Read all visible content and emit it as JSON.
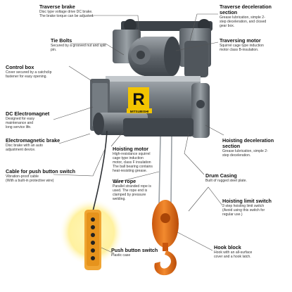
{
  "logo": {
    "letter": "R",
    "brand": "MITSUBISHI"
  },
  "colors": {
    "body_dark": "#4a5056",
    "body_mid": "#7b8288",
    "body_light": "#b7bcc0",
    "hook_orange": "#e8731c",
    "label_yellow": "#f2c400",
    "glow_yellow": "#fff3a8"
  },
  "labels": {
    "traverse_brake": {
      "title": "Traverse brake",
      "desc": "Disc type voltage drive DC brake.\nThe brake torque can be adjusted."
    },
    "tie_bolts": {
      "title": "Tie Bolts",
      "desc": "Secured by a grooved nut and split\npin."
    },
    "control_box": {
      "title": "Control box",
      "desc": "Cover secured by a catchclip\nfastener for easy opening."
    },
    "dc_electromagnet": {
      "title": "DC Electromagnet",
      "desc": "Designed for easy\nmaintenance and\nlong service life."
    },
    "electromagnetic_brake": {
      "title": "Electromagnetic brake",
      "desc": "Disc brake with an auto\nadjustment device."
    },
    "cable_push_button": {
      "title": "Cable for push button switch",
      "desc": "Vibration-proof cable\n(With a built-in protective wire)"
    },
    "push_button_switch": {
      "title": "Push button switch",
      "desc": "Plastic case"
    },
    "traverse_deceleration": {
      "title": "Traverse deceleration\nsection",
      "desc": "Grease lubrication, simple 2-\nstep deceleration, and closed\ngear box."
    },
    "traversing_motor": {
      "title": "Traversing motor",
      "desc": "Squirrel cage type induction\nmotor class B-insulation."
    },
    "hoisting_deceleration": {
      "title": "Hoisting deceleration\nsection",
      "desc": "Grease lubrication, simple 2-\nstep deceleration."
    },
    "hoisting_motor": {
      "title": "Hoisting motor",
      "desc": "High-resistance squirrel\ncage type induction\nmotor, class F insulation\nThe ball bearing contains\nheat-resisting grease."
    },
    "wire_rope": {
      "title": "Wire rope",
      "desc": "Parallel stranded rope is\nused. The rope end is\nclamped by pressure\nwelding."
    },
    "drum_casing": {
      "title": "Drum Casing",
      "desc": "Built of rugged steel plate."
    },
    "hoisting_limit_switch": {
      "title": "Hoisting limit switch",
      "desc": "2-step hoisting limit switch\n(Avoid using this switch for\nregular use.)"
    },
    "hook_block": {
      "title": "Hook block",
      "desc": "Hook with an all-surface\ncover and a hook latch."
    }
  }
}
